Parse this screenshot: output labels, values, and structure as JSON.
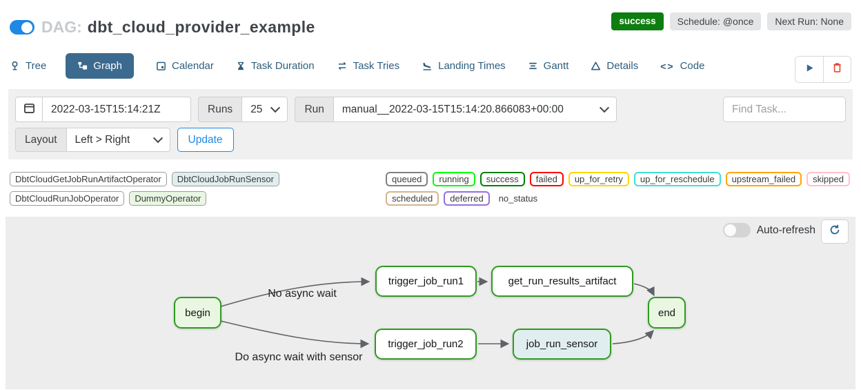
{
  "header": {
    "dag_prefix": "DAG:",
    "dag_title": "dbt_cloud_provider_example",
    "pause_toggle_on": true,
    "status_badge": "success",
    "schedule_badge": "Schedule: @once",
    "next_run_badge": "Next Run: None"
  },
  "tabs": [
    {
      "label": "Tree",
      "icon": "pin-icon",
      "active": false
    },
    {
      "label": "Graph",
      "icon": "sitemap-icon",
      "active": true
    },
    {
      "label": "Calendar",
      "icon": "calendar-icon",
      "active": false
    },
    {
      "label": "Task Duration",
      "icon": "hourglass-icon",
      "active": false
    },
    {
      "label": "Task Tries",
      "icon": "repeat-icon",
      "active": false
    },
    {
      "label": "Landing Times",
      "icon": "plane-landing-icon",
      "active": false
    },
    {
      "label": "Gantt",
      "icon": "gantt-icon",
      "active": false
    },
    {
      "label": "Details",
      "icon": "triangle-icon",
      "active": false
    },
    {
      "label": "Code",
      "icon": "code-icon",
      "active": false
    }
  ],
  "filters": {
    "date_value": "2022-03-15T15:14:21Z",
    "runs_label": "Runs",
    "runs_value": "25",
    "run_label": "Run",
    "run_value": "manual__2022-03-15T15:14:20.866083+00:00",
    "find_task_placeholder": "Find Task...",
    "layout_label": "Layout",
    "layout_value": "Left > Right",
    "update_label": "Update"
  },
  "legend": {
    "operators": [
      {
        "label": "DbtCloudGetJobRunArtifactOperator",
        "fill": "#ffffff"
      },
      {
        "label": "DbtCloudJobRunSensor",
        "fill": "#e1eef0"
      },
      {
        "label": "DbtCloudRunJobOperator",
        "fill": "#ffffff"
      },
      {
        "label": "DummyOperator",
        "fill": "#e9f7e2"
      }
    ],
    "statuses": [
      {
        "label": "queued",
        "color": "#808080"
      },
      {
        "label": "running",
        "color": "#00ff00"
      },
      {
        "label": "success",
        "color": "#008000"
      },
      {
        "label": "failed",
        "color": "#ff0000"
      },
      {
        "label": "up_for_retry",
        "color": "#ffd700"
      },
      {
        "label": "up_for_reschedule",
        "color": "#40e0d0"
      },
      {
        "label": "upstream_failed",
        "color": "#ffa500"
      },
      {
        "label": "skipped",
        "color": "#ffc0cb"
      },
      {
        "label": "scheduled",
        "color": "#d2b48c"
      },
      {
        "label": "deferred",
        "color": "#9370db"
      }
    ],
    "no_status_label": "no_status"
  },
  "graph": {
    "auto_refresh_label": "Auto-refresh",
    "auto_refresh_on": false,
    "node_border_color": "#2e9b20",
    "nodes": [
      {
        "id": "begin",
        "label": "begin",
        "operator": "DummyOperator",
        "fill": "#e9f7e2"
      },
      {
        "id": "trigger_job_run1",
        "label": "trigger_job_run1",
        "operator": "DbtCloudRunJobOperator",
        "fill": "#ffffff"
      },
      {
        "id": "get_run_results_artifact",
        "label": "get_run_results_artifact",
        "operator": "DbtCloudGetJobRunArtifactOperator",
        "fill": "#ffffff"
      },
      {
        "id": "end",
        "label": "end",
        "operator": "DummyOperator",
        "fill": "#e9f7e2"
      },
      {
        "id": "trigger_job_run2",
        "label": "trigger_job_run2",
        "operator": "DbtCloudRunJobOperator",
        "fill": "#ffffff"
      },
      {
        "id": "job_run_sensor",
        "label": "job_run_sensor",
        "operator": "DbtCloudJobRunSensor",
        "fill": "#e1eef0"
      }
    ],
    "edges": [
      {
        "from": "begin",
        "to": "trigger_job_run1",
        "label": "No async wait"
      },
      {
        "from": "begin",
        "to": "trigger_job_run2",
        "label": "Do async wait with sensor"
      },
      {
        "from": "trigger_job_run1",
        "to": "get_run_results_artifact",
        "label": ""
      },
      {
        "from": "trigger_job_run2",
        "to": "job_run_sensor",
        "label": ""
      },
      {
        "from": "get_run_results_artifact",
        "to": "end",
        "label": ""
      },
      {
        "from": "job_run_sensor",
        "to": "end",
        "label": ""
      }
    ]
  }
}
